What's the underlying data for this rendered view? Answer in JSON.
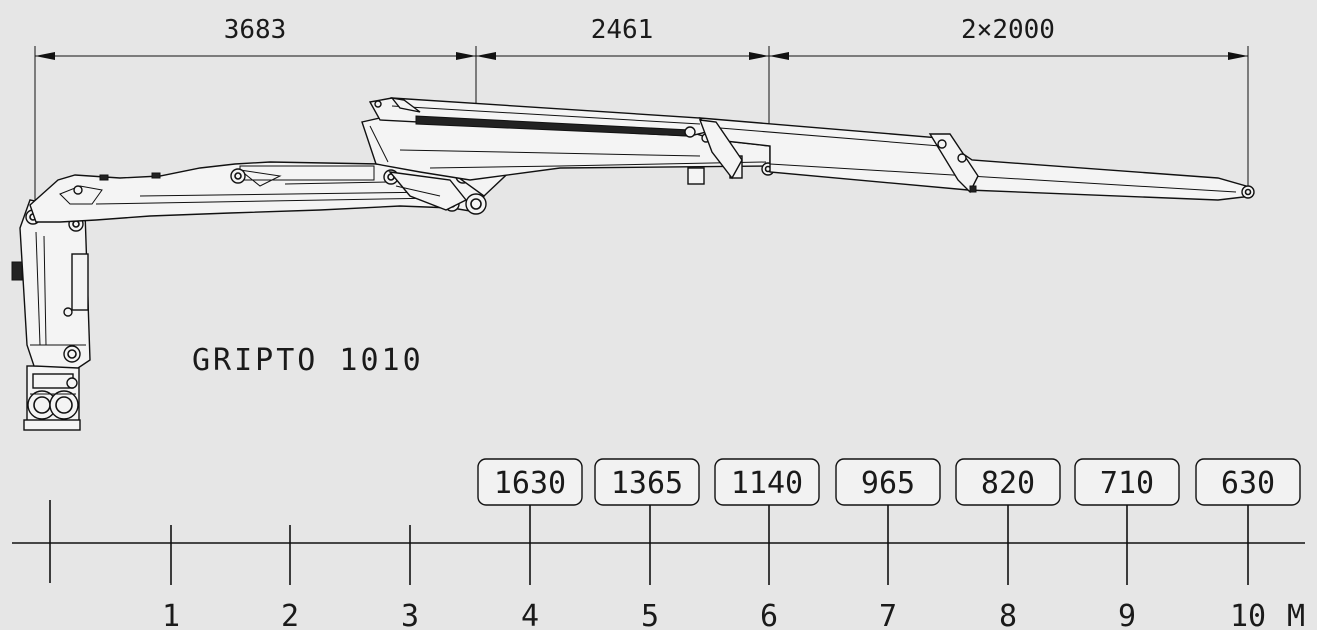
{
  "title": "GRIPTO 1010",
  "dimensions": [
    {
      "label": "3683"
    },
    {
      "label": "2461"
    },
    {
      "label": "2×2000"
    }
  ],
  "load_capacities": [
    "1630",
    "1365",
    "1140",
    "965",
    "820",
    "710",
    "630"
  ],
  "scale": {
    "ticks": [
      "1",
      "2",
      "3",
      "4",
      "5",
      "6",
      "7",
      "8",
      "9",
      "10"
    ],
    "unit": "M"
  }
}
